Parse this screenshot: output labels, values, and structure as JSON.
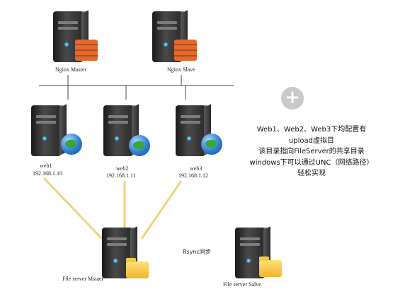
{
  "servers": {
    "nginx_master": {
      "label": "Nginx Master"
    },
    "nginx_slave": {
      "label": "Nginx Slave"
    },
    "web1": {
      "name": "web1",
      "ip": "192.168.1.10"
    },
    "web2": {
      "name": "web2",
      "ip": "192.168.1.11"
    },
    "web3": {
      "name": "web3",
      "ip": "192.168.1.12"
    },
    "file_master": {
      "label": "File server Mstaer"
    },
    "file_slave": {
      "label": "File server Salve"
    }
  },
  "sync_label": "Rsync同步",
  "description": {
    "lines": [
      "Web1、Web2、Web3下均配置有",
      "upload虚拟目",
      "该目录指向FileServer的共享目录",
      "windows下可以通过UNC（网络路径）",
      "轻松实现"
    ]
  },
  "add_icon": "plus-circle-icon",
  "colors": {
    "sync_line": "#f2d27a",
    "network_line": "#444444",
    "add_button": "#c9c9c9"
  }
}
